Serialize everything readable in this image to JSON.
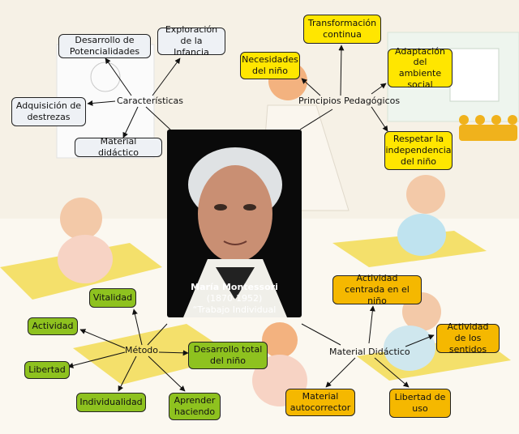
{
  "center": {
    "name": "María Montessori",
    "years": "(1870-1952)",
    "motto": "“Trabajo Individual"
  },
  "hubs": {
    "caracteristicas": "Características",
    "principios": "Principios Pedagógicos",
    "metodo": "Método",
    "material": "Material Didáctico"
  },
  "caracteristicas_nodes": {
    "desarrollo_potencialidades": "Desarrollo de Potencialidades",
    "exploracion_infancia": "Exploración de la Infancia",
    "adquisicion_destrezas": "Adquisición de destrezas",
    "material_didactico": "Material didáctico"
  },
  "principios_nodes": {
    "transformacion": "Transformación continua",
    "necesidades": "Necesidades del niño",
    "adaptacion": "Adaptación del ambiente social",
    "respetar": "Respetar la independencia del niño"
  },
  "metodo_nodes": {
    "vitalidad": "Vitalidad",
    "actividad": "Actividad",
    "libertad": "Libertad",
    "individualidad": "Individualidad",
    "aprender": "Aprender haciendo",
    "desarrollo_total": "Desarrollo total del niño"
  },
  "material_nodes": {
    "actividad_centrada": "Actividad centrada en el niño",
    "actividad_sentidos": "Actividad de los sentidos",
    "autocorrector": "Material autocorrector",
    "libertad_uso": "Libertad de uso"
  },
  "colors": {
    "grey_node": "#eef1f5",
    "yellow_node": "#ffe600",
    "orange_node": "#f5b800",
    "green_node": "#8ec21f",
    "background": "#f6f1e6",
    "mat": "#f2d94a"
  }
}
